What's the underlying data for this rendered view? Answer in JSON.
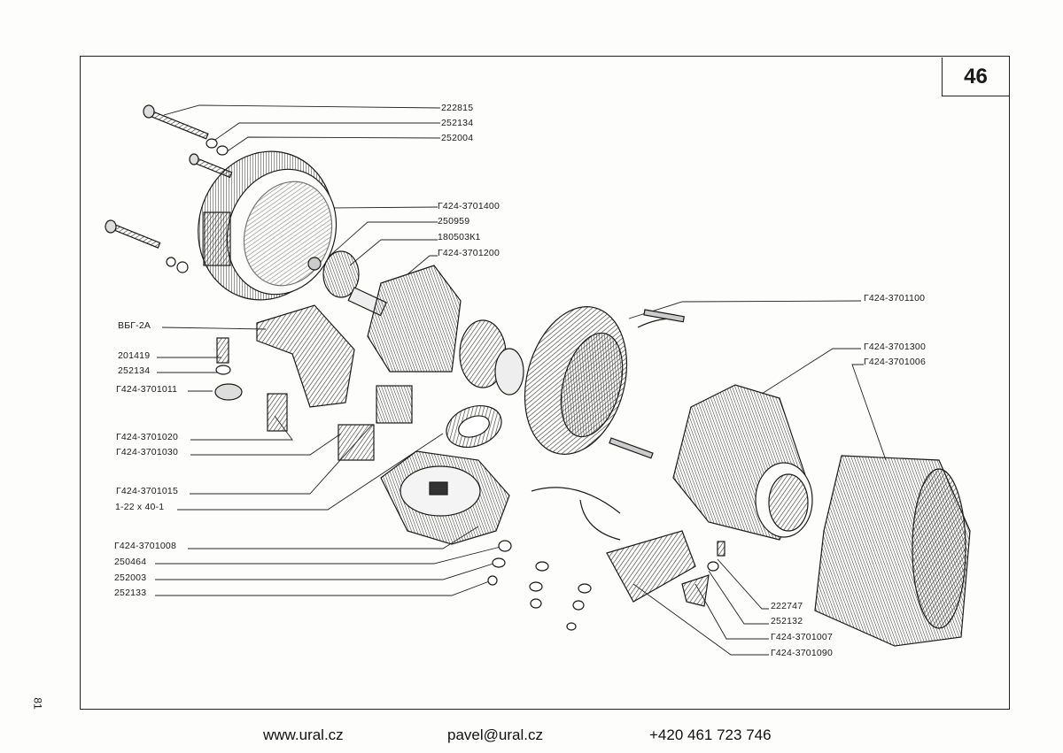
{
  "page_number": "46",
  "side_page_number": "81",
  "labels": {
    "l222815": "222815",
    "l252134a": "252134",
    "l252004": "252004",
    "l3701400": "Г424-3701400",
    "l250959": "250959",
    "l180503": "180503К1",
    "l3701200": "Г424-3701200",
    "lvbg": "ВБГ-2А",
    "l201419": "201419",
    "l252134b": "252134",
    "l3701011": "Г424-3701011",
    "l3701020": "Г424-3701020",
    "l3701030": "Г424-3701030",
    "l3701015": "Г424-3701015",
    "l122": "1-22 x 40-1",
    "l3701008": "Г424-3701008",
    "l250464": "250464",
    "l252003": "252003",
    "l252133": "252133",
    "l3701100": "Г424-3701100",
    "l3701300": "Г424-3701300",
    "l3701006": "Г424-3701006",
    "l222747": "222747",
    "l252132": "252132",
    "l3701007": "Г424-3701007",
    "l3701090": "Г424-3701090"
  },
  "footer": {
    "website": "www.ural.cz",
    "email": "pavel@ural.cz",
    "phone": "+420 461 723 746"
  },
  "colors": {
    "ink": "#1a1a1a",
    "paper": "#fdfdfb"
  }
}
